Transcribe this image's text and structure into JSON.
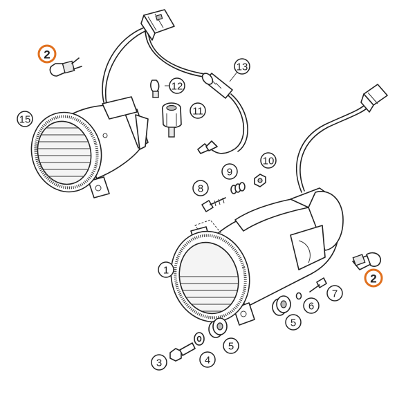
{
  "callouts": {
    "c1": "1",
    "c2_left": "2",
    "c2_right": "2",
    "c3": "3",
    "c4": "4",
    "c5_top": "5",
    "c5_bottom": "5",
    "c6": "6",
    "c7": "7",
    "c8": "8",
    "c9": "9",
    "c10": "10",
    "c11": "11",
    "c12": "12",
    "c13": "13",
    "c15": "15"
  },
  "colors": {
    "highlight_ring": "#e0701e",
    "line": "#222222"
  }
}
